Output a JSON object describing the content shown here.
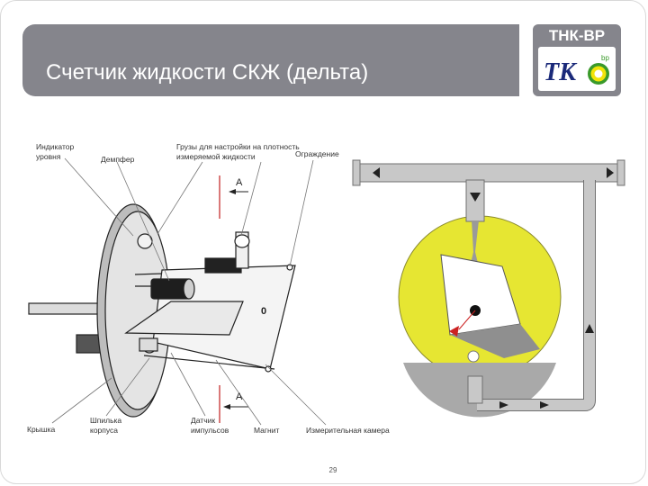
{
  "slide": {
    "title": "Счетчик жидкости СКЖ (дельта)",
    "page_number": "29"
  },
  "logo": {
    "company": "ТНК-ВР",
    "mark_letters": "ТК",
    "bp_mark": "bp"
  },
  "colors": {
    "title_bar": "#85858c",
    "chamber_fill": "#e6e632",
    "pipe": "#c8c8c8",
    "pipe_stroke": "#707070",
    "marker_red": "#cc2222",
    "logo_navy": "#1b2a7a",
    "logo_green": "#3a9a2a"
  },
  "diagram": {
    "labels": {
      "indicator": [
        "Индикатор",
        "уровня"
      ],
      "damper": "Демпфер",
      "weights": [
        "Грузы для настройки на плотность",
        "измеряемой жидкости"
      ],
      "baffle": "Ограждение",
      "section_top": "А",
      "section_bottom": "А",
      "zero_mark": "0",
      "cover": "Крышка",
      "frame_stud": [
        "Шпилька",
        "корпуса"
      ],
      "pulse_sensor": [
        "Датчик",
        "импульсов"
      ],
      "magnet": "Магнит",
      "chamber": "Измерительная камера"
    }
  }
}
